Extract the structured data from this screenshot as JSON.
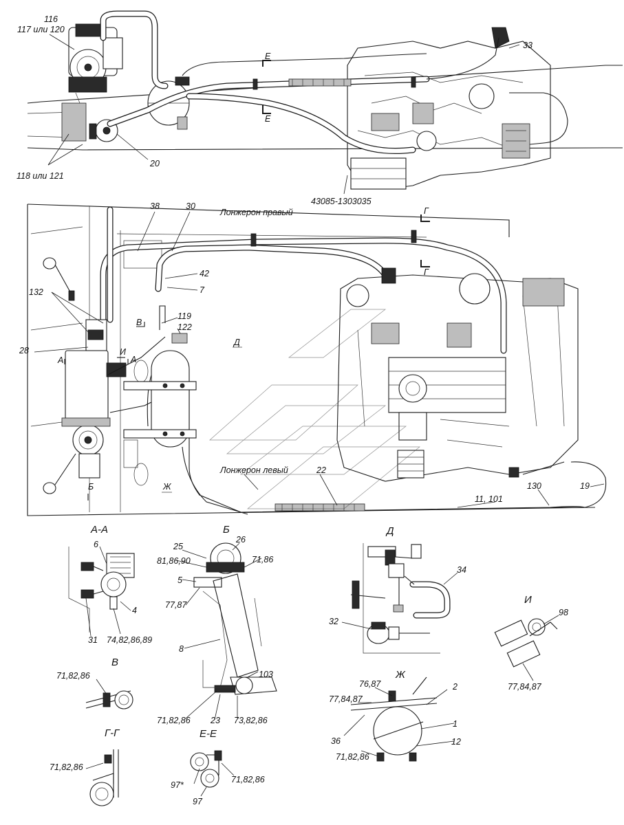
{
  "top_view": {
    "callouts": {
      "c116": "116",
      "c117_120": "117 или 120",
      "c33": "33",
      "c20": "20",
      "c118_121": "118 или 121",
      "part_number": "43085-1303035"
    },
    "section_E_top": "Е",
    "section_E_bottom": "Е"
  },
  "main_view": {
    "longeron_right": "Лонжерон правый",
    "longeron_left": "Лонжерон левый",
    "callouts": {
      "c38": "38",
      "c30": "30",
      "c42": "42",
      "c7": "7",
      "c132": "132",
      "c119": "119",
      "c122": "122",
      "c28": "28",
      "c22": "22",
      "c11_101": "11, 101",
      "c130": "130",
      "c19": "19"
    },
    "markers": {
      "G_top": "Г",
      "G_bottom": "Г",
      "V": "В",
      "D": "Д",
      "A_left": "А",
      "A_right": "А",
      "I": "И",
      "B": "Б",
      "Zh": "Ж"
    }
  },
  "details": {
    "AA": {
      "title": "А-А",
      "callouts": {
        "c6": "6",
        "c4": "4",
        "c31": "31",
        "c74": "74,82,86,89"
      }
    },
    "B": {
      "title": "Б",
      "callouts": {
        "c25": "25",
        "c26": "26",
        "c81": "81,86,90",
        "c71a": "71,86",
        "c5": "5",
        "c77": "77,87",
        "c8": "8",
        "c103": "103",
        "c71b": "71,82,86",
        "c23": "23",
        "c73": "73,82,86"
      }
    },
    "D": {
      "title": "Д",
      "callouts": {
        "c34": "34",
        "c32": "32"
      }
    },
    "I": {
      "title": "И",
      "callouts": {
        "c98": "98",
        "c77": "77,84,87"
      }
    },
    "V": {
      "title": "В",
      "callouts": {
        "c71": "71,82,86"
      }
    },
    "Zh": {
      "title": "Ж",
      "callouts": {
        "c76": "76,87",
        "c2": "2",
        "c77": "77,84,87",
        "c1": "1",
        "c36": "36",
        "c12": "12",
        "c71": "71,82,86"
      }
    },
    "GG": {
      "title": "Г-Г",
      "callouts": {
        "c71": "71,82,86"
      }
    },
    "EE": {
      "title": "Е-Е",
      "callouts": {
        "c97s": "97*",
        "c71": "71,82,86",
        "c97": "97"
      }
    }
  }
}
